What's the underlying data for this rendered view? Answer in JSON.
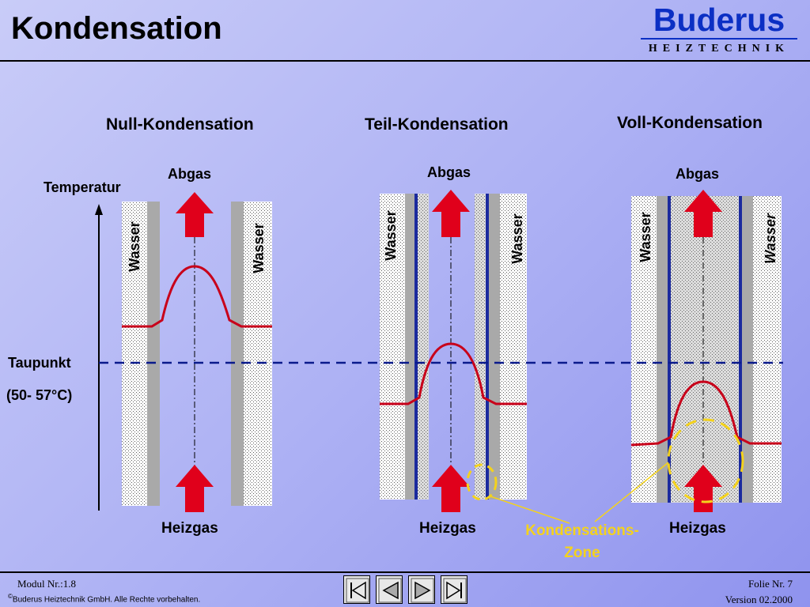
{
  "page": {
    "title": "Kondensation",
    "logo": {
      "name": "Buderus",
      "subtitle": "HEIZTECHNIK"
    }
  },
  "diagram": {
    "columns": [
      {
        "heading": "Null-Kondensation",
        "top_label": "Abgas",
        "bottom_label": "Heizgas"
      },
      {
        "heading": "Teil-Kondensation",
        "top_label": "Abgas",
        "bottom_label": "Heizgas"
      },
      {
        "heading": "Voll-Kondensation",
        "top_label": "Abgas",
        "bottom_label": "Heizgas"
      }
    ],
    "wall_label": "Wasser",
    "temperature_axis_label": "Temperatur",
    "dewpoint_label": "Taupunkt",
    "dewpoint_range": "(50- 57°C)",
    "condensation_zone_label_line1": "Kondensations-",
    "condensation_zone_label_line2": "Zone",
    "colors": {
      "arrow_red": "#e0001b",
      "curve_red": "#c8001a",
      "dewpoint_line": "#0a1a8c",
      "zone_yellow": "#f4d21c",
      "wall_grey": "#a9a9a9",
      "tube_blue": "#1b2a9e"
    }
  },
  "footer": {
    "module": "Modul Nr.:1.8",
    "copyright_symbol": "©",
    "copyright": "Buderus Heiztechnik GmbH. Alle Rechte vorbehalten.",
    "slide": "Folie Nr. 7",
    "version": "Version 02.2000"
  },
  "nav": {
    "first": "first-slide-icon",
    "prev": "previous-slide-icon",
    "next": "next-slide-icon",
    "last": "last-slide-icon"
  }
}
